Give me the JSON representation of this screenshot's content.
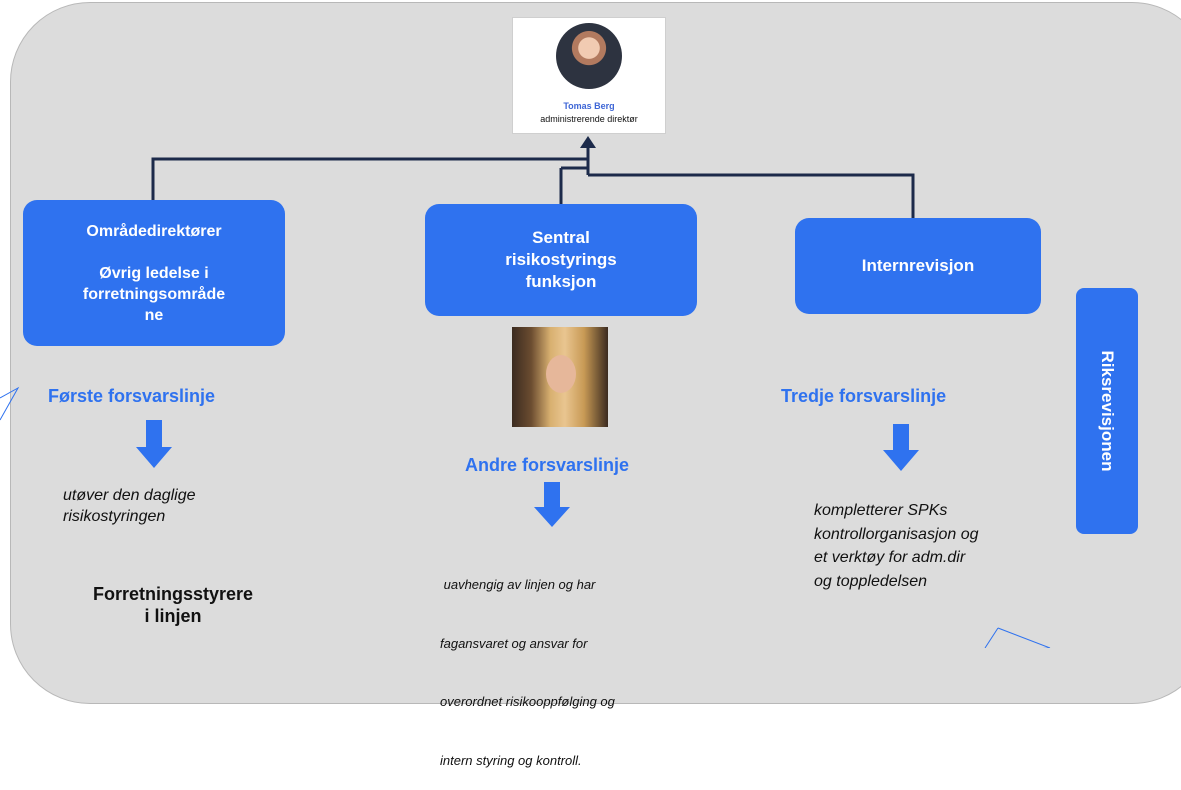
{
  "top_text": "",
  "ceo": {
    "name": "Tomas Berg",
    "role": "administrerende direktør"
  },
  "boxes": {
    "omrade": {
      "line1": "Områdedirektører",
      "line2": "Øvrig ledelse i",
      "line3": "forretningsområde",
      "line4": "ne"
    },
    "sentral": {
      "line1": "Sentral",
      "line2": "risikostyrings",
      "line3": "funksjon"
    },
    "intern": {
      "label": "Internrevisjon"
    },
    "riks": {
      "label": "Riksrevisjonen"
    }
  },
  "lines": {
    "forste": {
      "heading": "Første forsvarslinje",
      "desc1": "utøver den daglige",
      "desc2": "risikostyringen"
    },
    "andre": {
      "heading": "Andre forsvarslinje",
      "desc1": " uavhengig av linjen og har",
      "desc2": "fagansvaret og ansvar for",
      "desc3": "overordnet risikooppfølging og",
      "desc4": "intern styring og kontroll."
    },
    "tredje": {
      "heading": "Tredje forsvarslinje",
      "desc1": "kompletterer SPKs",
      "desc2": "kontrollorganisasjon og",
      "desc3": "et verktøy for adm.dir",
      "desc4": "og toppledelsen"
    }
  },
  "footer": {
    "line1": "Forretningsstyrere",
    "line2": "i linjen"
  },
  "colors": {
    "accent": "#2f72ef",
    "connector": "#1c2a4a",
    "panel": "#dcdcdc"
  }
}
